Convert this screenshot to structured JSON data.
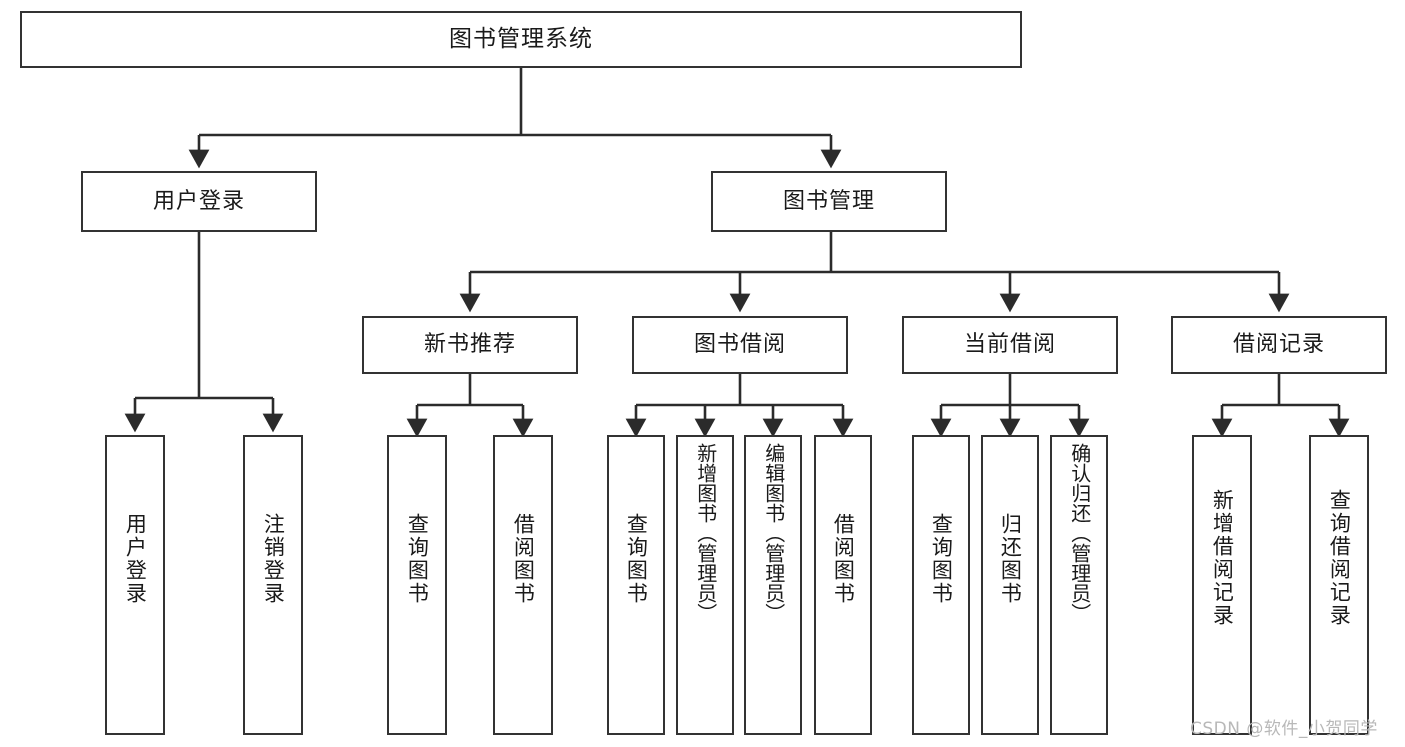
{
  "diagram": {
    "title": "图书管理系统",
    "type": "tree-hierarchy-chart",
    "root": {
      "label": "图书管理系统"
    },
    "level1": [
      {
        "label": "用户登录"
      },
      {
        "label": "图书管理"
      }
    ],
    "level2": [
      {
        "label": "新书推荐"
      },
      {
        "label": "图书借阅"
      },
      {
        "label": "当前借阅"
      },
      {
        "label": "借阅记录"
      }
    ],
    "leaves": {
      "user_login": [
        {
          "label": "用户登录"
        },
        {
          "label": "注销登录"
        }
      ],
      "new_book_recommend": [
        {
          "label": "查询图书"
        },
        {
          "label": "借阅图书"
        }
      ],
      "book_borrow": [
        {
          "label": "查询图书"
        },
        {
          "label": "新增图书（管理员）"
        },
        {
          "label": "编辑图书（管理员）"
        },
        {
          "label": "借阅图书"
        }
      ],
      "current_borrow": [
        {
          "label": "查询图书"
        },
        {
          "label": "归还图书"
        },
        {
          "label": "确认归还（管理员）"
        }
      ],
      "borrow_record": [
        {
          "label": "新增借阅记录"
        },
        {
          "label": "查询借阅记录"
        }
      ]
    }
  },
  "watermark": {
    "text": "CSDN @软件_小贺同学",
    "color": "#b8b8b8"
  },
  "style": {
    "box_border_color": "#333333",
    "box_fill": "#ffffff",
    "edge_color": "#2b2b2b",
    "text_color": "#1a1a1a"
  }
}
